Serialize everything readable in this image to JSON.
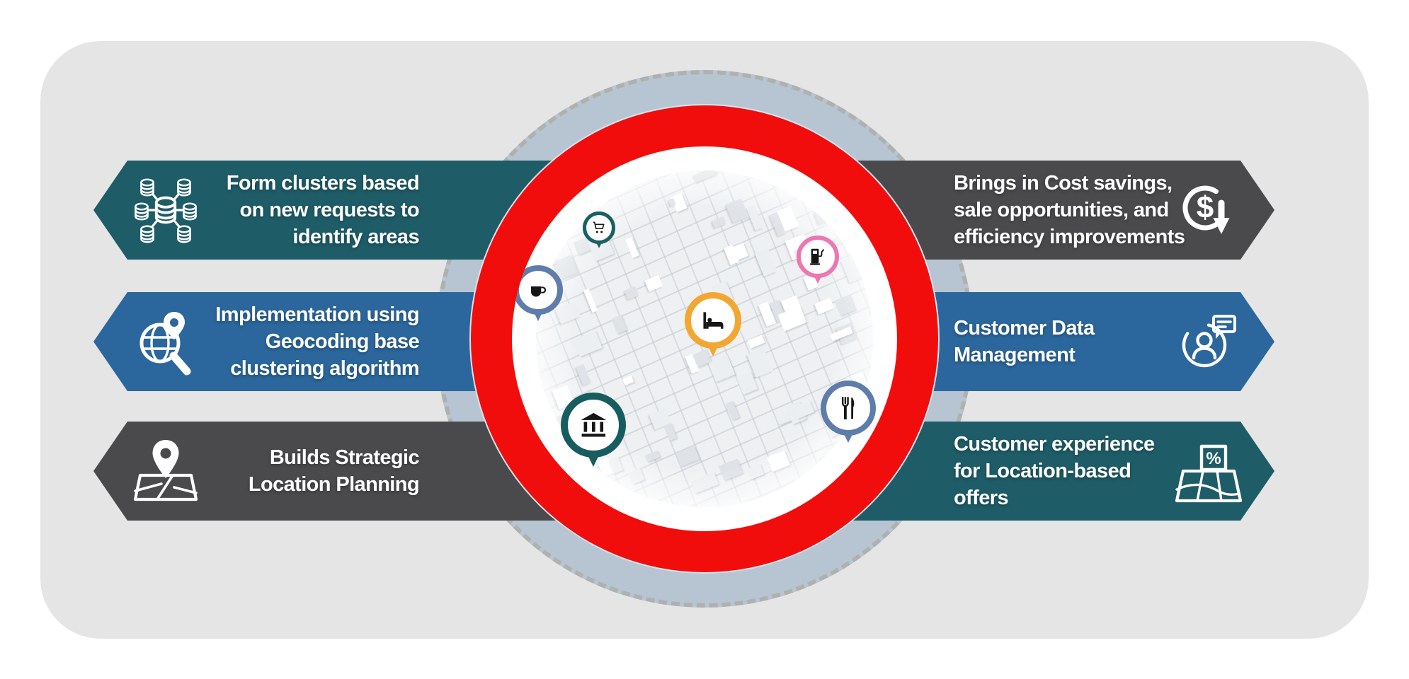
{
  "card": {
    "bg": "#e5e5e6"
  },
  "center_rings": {
    "outer": "#b7c5d2",
    "outer_dash": "#aeb1ae",
    "red": "#f20d0d",
    "white": "#ffffff"
  },
  "banners": {
    "left": [
      {
        "label": "Form clusters based\non new requests to\nidentify areas",
        "color": "#1e5c67",
        "icon": "database-cluster"
      },
      {
        "label": "Implementation using\nGeocoding base\nclustering algorithm",
        "color": "#2b679c",
        "icon": "geocoding-globe-magnifier"
      },
      {
        "label": "Builds Strategic\nLocation Planning",
        "color": "#4a4a4d",
        "icon": "map-location-pin"
      }
    ],
    "right": [
      {
        "label": "Brings in Cost savings,\nsale opportunities, and\nefficiency improvements",
        "color": "#4a4a4d",
        "icon": "cost-savings-dollar-arrow"
      },
      {
        "label": "Customer Data\nManagement",
        "color": "#2b679c",
        "icon": "customer-profile-chat"
      },
      {
        "label": "Customer experience\nfor Location-based\noffers",
        "color": "#1e5c67",
        "icon": "discount-map"
      }
    ]
  },
  "icon_labels": {
    "dollar": "$",
    "percent": "%"
  },
  "city_pins": [
    {
      "name": "shopping-cart",
      "ring": "#176064"
    },
    {
      "name": "fuel-station",
      "ring": "#ed77b1"
    },
    {
      "name": "hotel-bed",
      "ring": "#f2a733"
    },
    {
      "name": "bank",
      "ring": "#175d60"
    },
    {
      "name": "restaurant",
      "ring": "#5f7dab"
    },
    {
      "name": "store-partial",
      "ring": "#5f7dab"
    }
  ]
}
